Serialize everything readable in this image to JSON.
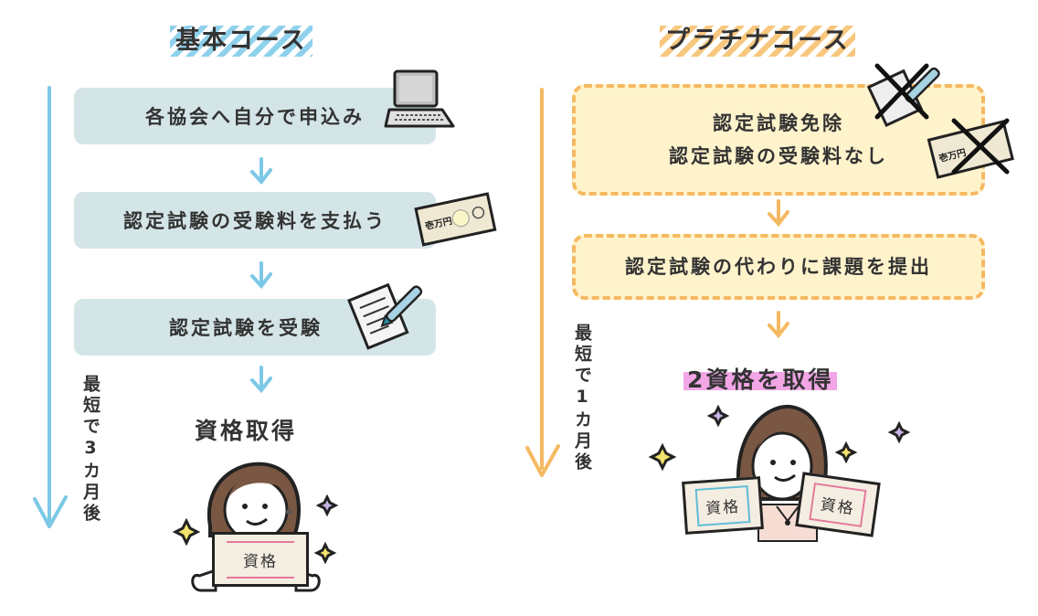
{
  "basic_course": {
    "title": "基本コース",
    "accent_color": "#7cc8e6",
    "steps": [
      {
        "label": "各協会へ自分で申込み",
        "icon": "laptop-icon"
      },
      {
        "label": "認定試験の受験料を支払う",
        "icon": "banknote-icon"
      },
      {
        "label": "認定試験を受験",
        "icon": "exam-paper-pen-icon"
      }
    ],
    "result": "資格取得",
    "certificate_label": "資格",
    "timeline_label": "最短で3カ月後"
  },
  "platinum_course": {
    "title": "プラチナコース",
    "accent_color": "#f5b961",
    "steps": [
      {
        "lines": [
          "認定試験免除",
          "認定試験の受験料なし"
        ],
        "icons": [
          "exam-paper-crossed-icon",
          "banknote-crossed-icon"
        ]
      },
      {
        "lines": [
          "認定試験の代わりに課題を提出"
        ]
      }
    ],
    "result": "2資格を取得",
    "certificate_labels": [
      "資格",
      "資格"
    ],
    "timeline_label": "最短で1カ月後"
  }
}
